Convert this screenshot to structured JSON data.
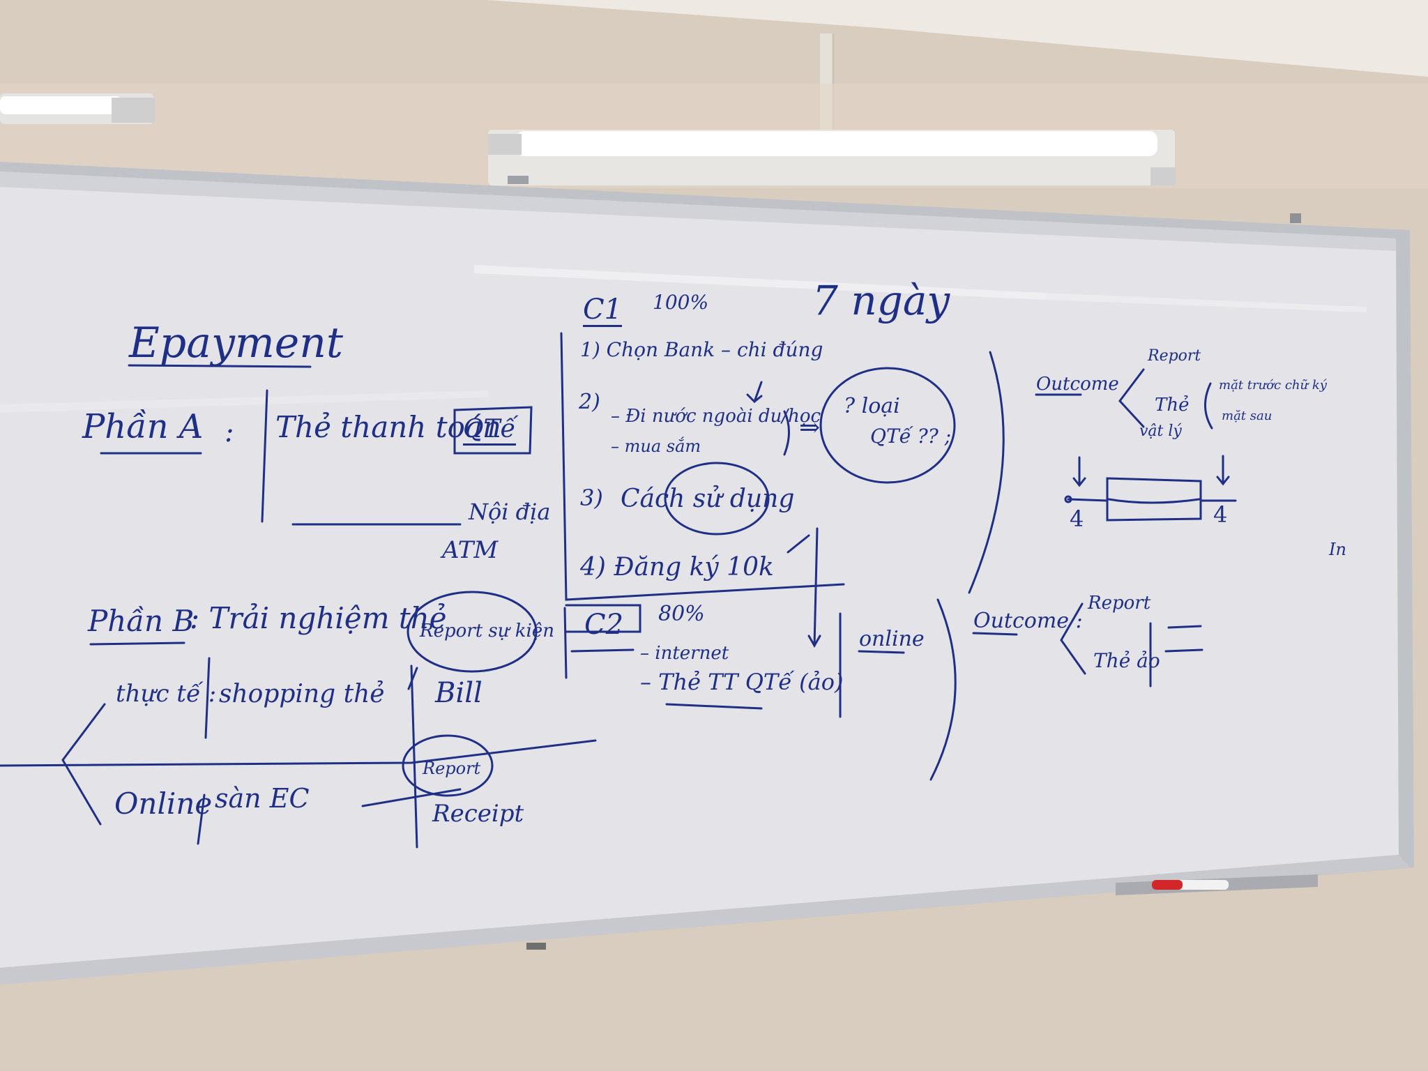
{
  "colors": {
    "wall": "#d9cdbf",
    "ceiling": "#ebe6dd",
    "board": "#e4e4e9",
    "frame": "#b9bcc2",
    "ink": "#1f2f86",
    "marker_cap": "#d3262b"
  },
  "icons": [
    "fluorescent-light",
    "marker"
  ],
  "board": {
    "title": "Epayment",
    "part_a": {
      "label": "Phần A",
      "colon": ":",
      "card_text": "Thẻ thanh toán",
      "qte": "QTế",
      "noi_dia": "Nội địa",
      "atm": "ATM"
    },
    "c1": {
      "label": "C1",
      "percent": "100%",
      "days": "7 ngày",
      "step1": "1) Chọn Bank – chi đúng",
      "step2_num": "2)",
      "step2a": "– Đi nước ngoài du/học",
      "step2b": "– mua sắm",
      "arrow": "⇒",
      "bubble1": "? loại",
      "bubble2": "QTế  ?? ;",
      "step3_num": "3)",
      "step3": "Cách sử dụng",
      "step4": "4) Đăng ký 10k"
    },
    "outcome": {
      "label": "Outcome",
      "report": "Report",
      "the_vat_ly1": "Thẻ",
      "the_vat_ly2": "vật lý",
      "note1": "mặt trước  chữ ký",
      "note2": "mặt sau",
      "num_left": "4",
      "num_right": "4",
      "side_mark": "In"
    },
    "part_b": {
      "label": "Phần B",
      "text": ": Trải nghiệm thẻ",
      "thuc_te": "thực tế :",
      "shopping": "shopping thẻ",
      "report_bubble": "Report sự kiện",
      "bill": "Bill",
      "online": "Online",
      "san_ec": "sàn EC",
      "report_small": "Report",
      "receipt": "Receipt"
    },
    "c2": {
      "label": "C2",
      "percent": "80%",
      "internet": "– internet",
      "the_tt": "– Thẻ TT QTế (ảo)",
      "online": "online"
    },
    "outcome2": {
      "label": "Outcome :",
      "report": "Report",
      "the_ao": "Thẻ ảo"
    }
  }
}
